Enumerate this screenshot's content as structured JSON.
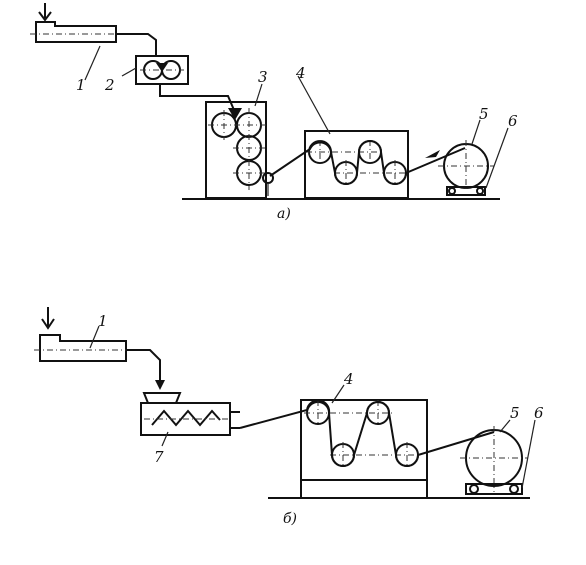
{
  "diagram_a": {
    "caption": "а)",
    "labels": {
      "extruder": "1",
      "feeder": "2",
      "calender": "3",
      "cooling_drums": "4",
      "winder": "5",
      "winder_base": "6"
    }
  },
  "diagram_b": {
    "caption": "б)",
    "labels": {
      "extruder": "1",
      "cooling_drums": "4",
      "winder": "5",
      "winder_base": "6",
      "screw_extruder": "7"
    }
  }
}
